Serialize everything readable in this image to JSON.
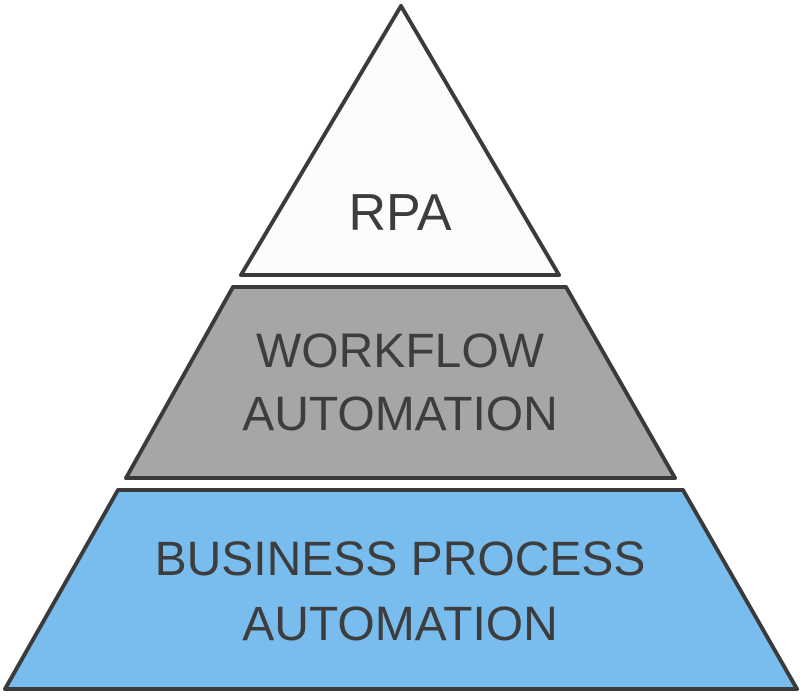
{
  "pyramid": {
    "tiers": [
      {
        "id": "top",
        "lines": [
          "RPA"
        ],
        "fill": "#fcfcfc"
      },
      {
        "id": "middle",
        "lines": [
          "WORKFLOW",
          "AUTOMATION"
        ],
        "fill": "#a6a6a6"
      },
      {
        "id": "bottom",
        "lines": [
          "BUSINESS PROCESS",
          "AUTOMATION"
        ],
        "fill": "#79bdef"
      }
    ],
    "outline_color": "#3a3a3a",
    "text_color": "#3d3d3d"
  }
}
